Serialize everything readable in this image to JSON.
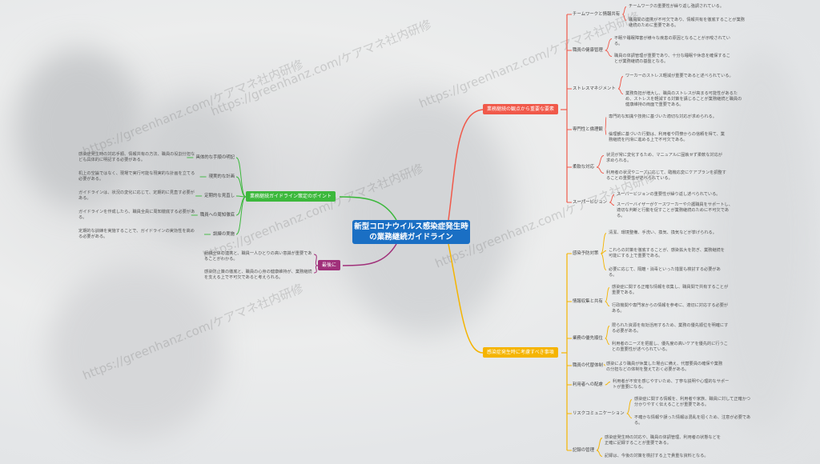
{
  "root": {
    "title_line1": "新型コロナウイルス感染症発生時",
    "title_line2": "の業務継続ガイドライン",
    "color": "#1a6fc4"
  },
  "watermarks": [
    "https://greenhanz.com/ケアマネ社内研修",
    "https://greenhanz.com/ケアマネ社内研修",
    "https://greenhanz.com/ケアマネ社内研修",
    "https://greenhanz.com/ケアマネ社内研修",
    "https://greenhanz.com/ケアマネ社内研修",
    "https://greenhanz.com/ケアマネ社内研修"
  ],
  "branches": {
    "important": {
      "label": "業務継続の観点から重要な要素",
      "color": "#f0594a",
      "items": [
        {
          "label": "チームワークと情報共有",
          "details": [
            "チームワークの重要性が繰り返し強調されている。",
            "職員間の連携が不可欠であり、情報共有を徹底することが業務継続のために重要である。"
          ]
        },
        {
          "label": "職員の健康管理",
          "details": [
            "不眠や睡眠障害が様々な疾患の原因となることが示唆されている。",
            "職員の体調管理が重要であり、十分な睡眠や休息を確保することが業務継続の基盤となる。"
          ]
        },
        {
          "label": "ストレスマネジメント",
          "details": [
            "ワーカーのストレス軽減が重要であると述べられている。",
            "業務負担が増大し、職員のストレスが高まる可能性があるため、ストレスを軽減する対策を講じることが業務継続と職員の健康維持の両面で重要である。"
          ]
        },
        {
          "label": "専門性と倫理観",
          "details": [
            "専門的な知識や技術に基づいた適切な対応が求められる。",
            "倫理観に基づいた行動は、利用者や同僚からの信頼を得て、業務継続を円滑に進める上で不可欠である。"
          ]
        },
        {
          "label": "柔軟な対応",
          "details": [
            "状況が常に変化するため、マニュアルに固執せず柔軟な対応が求められる。",
            "利用者の状況やニーズに応じて、臨機応変にケアプランを調整することの重要性が述べられている。"
          ]
        },
        {
          "label": "スーパービジョン",
          "details": [
            "スーパービジョンの重要性が繰り返し述べられている。",
            "スーパーバイザーがケースワーカーや介護職員をサポートし、適切な判断と行動を促すことが業務継続のために不可欠である。"
          ]
        }
      ]
    },
    "consider": {
      "label": "感染症発生時に考慮すべき事項",
      "color": "#f5b400",
      "items": [
        {
          "label": "感染予防対策",
          "details": [
            "清潔、環境整備、手洗い、換気、換気などが挙げられる。",
            "これらの対策を徹底することが、感染拡大を防ぎ、業務継続を可能にする上で重要である。",
            "必要に応じて、隔離・消毒といった措置も検討する必要がある。"
          ]
        },
        {
          "label": "情報収集と共有",
          "details": [
            "感染症に関する正確な情報を収集し、職員間で共有することが重要である。",
            "行政機関や専門家からの情報を参考に、適切に対応する必要がある。"
          ]
        },
        {
          "label": "業務の優先順位",
          "details": [
            "限られた資源を有効活用するため、業務の優先順位を明確にする必要がある。",
            "利用者のニーズを把握し、優先度の高いケアを優先的に行うことの重要性が述べられている。"
          ]
        },
        {
          "label": "職員の代替体制",
          "details": [
            "感染により職員が休業した場合に備え、代替要員の確保や業務の分担などの体制を整えておく必要がある。"
          ]
        },
        {
          "label": "利用者への配慮",
          "details": [
            "利用者が不安を感じやすいため、丁寧な説明や心理的なサポートが重要になる。"
          ]
        },
        {
          "label": "リスクコミュニケーション",
          "details": [
            "感染症に関する情報を、利用者や家族、職員に対して正確かつ分かりやすく伝えることが重要である。",
            "不確かな情報や誤った情報は混乱を招くため、注意が必要である。"
          ]
        },
        {
          "label": "記録の管理",
          "details": [
            "感染症発生時の対応や、職員の体調管理、利用者の状態などを正確に記録することが重要である。",
            "記録は、今後の対策を検討する上で貴重な資料となる。"
          ]
        }
      ]
    },
    "points": {
      "label": "業務継続ガイドライン策定のポイント",
      "color": "#3cb83c",
      "items": [
        {
          "label": "具体的な手順の明記",
          "details": [
            "感染症発生時の対応手順、情報共有の方法、職員の役割分担なども具体的に明記する必要がある。"
          ]
        },
        {
          "label": "現実的な計画",
          "details": [
            "机上の空論ではなく、現場で実行可能な現実的な計画を立てる必要がある。"
          ]
        },
        {
          "label": "定期的な見直し",
          "details": [
            "ガイドラインは、状況の変化に応じて、定期的に見直す必要がある。"
          ]
        },
        {
          "label": "職員への周知徹底",
          "details": [
            "ガイドラインを作成したら、職員全員に周知徹底する必要がある。"
          ]
        },
        {
          "label": "訓練の実施",
          "details": [
            "定期的な訓練を実施することで、ガイドラインの実効性を高める必要がある。"
          ]
        }
      ]
    },
    "final": {
      "label": "最後に",
      "color": "#a0307a",
      "details": [
        "組織全体の連携と、職員一人ひとりの高い意識が重要であることがわかる。",
        "感染防止策の徹底と、職員の心身の健康維持が、業務継続を支える上で不可欠であると考えられる。"
      ]
    }
  }
}
